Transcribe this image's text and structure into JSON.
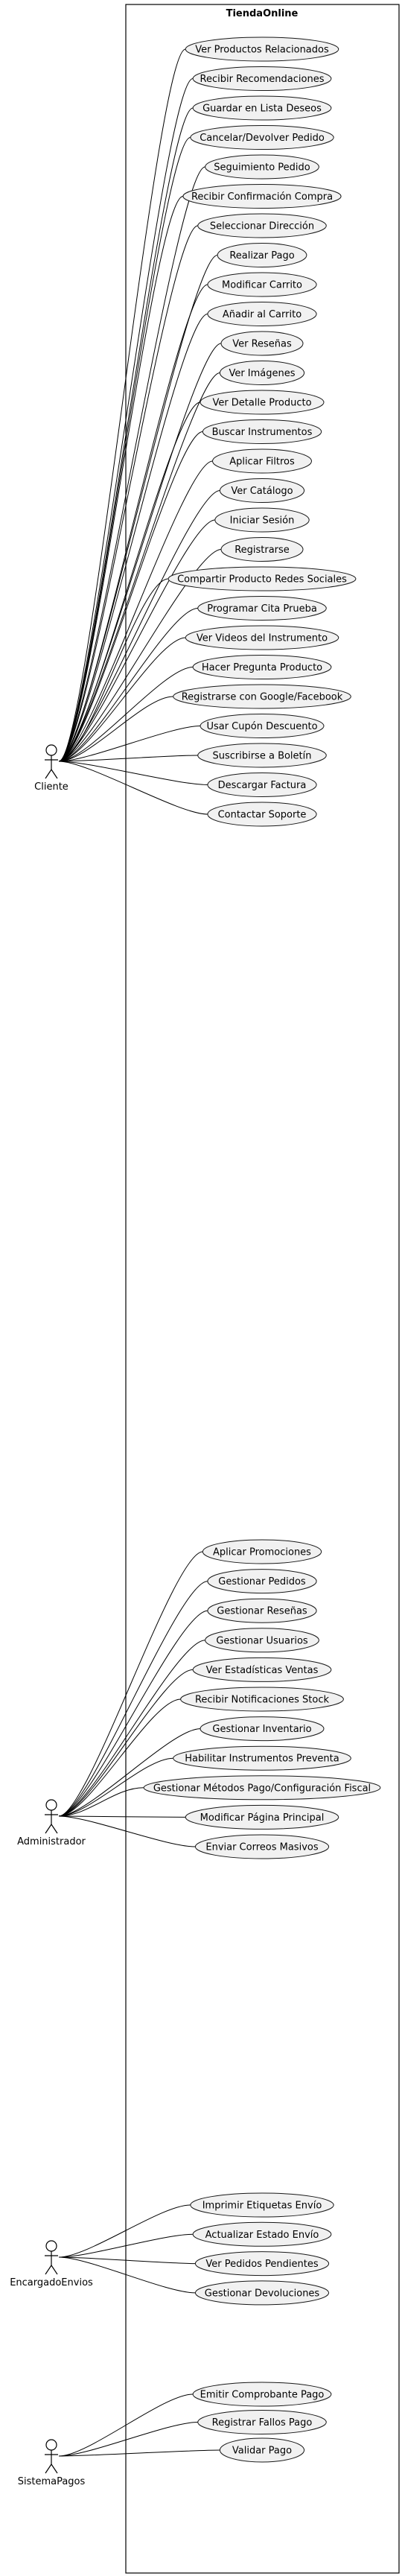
{
  "system": {
    "title": "TiendaOnline"
  },
  "actors": [
    {
      "name": "Cliente",
      "use_cases": [
        "Ver Productos Relacionados",
        "Recibir Recomendaciones",
        "Guardar en Lista Deseos",
        "Cancelar/Devolver Pedido",
        "Seguimiento Pedido",
        "Recibir Confirmación Compra",
        "Seleccionar Dirección",
        "Realizar Pago",
        "Modificar Carrito",
        "Añadir al Carrito",
        "Ver Reseñas",
        "Ver Imágenes",
        "Ver Detalle Producto",
        "Buscar Instrumentos",
        "Aplicar Filtros",
        "Ver Catálogo",
        "Iniciar Sesión",
        "Registrarse",
        "Compartir Producto Redes Sociales",
        "Programar Cita Prueba",
        "Ver Videos del Instrumento",
        "Hacer Pregunta Producto",
        "Registrarse con Google/Facebook",
        "Usar Cupón Descuento",
        "Suscribirse a Boletín",
        "Descargar Factura",
        "Contactar Soporte"
      ]
    },
    {
      "name": "Administrador",
      "use_cases": [
        "Aplicar Promociones",
        "Gestionar Pedidos",
        "Gestionar Reseñas",
        "Gestionar Usuarios",
        "Ver Estadísticas Ventas",
        "Recibir Notificaciones Stock",
        "Gestionar Inventario",
        "Habilitar Instrumentos Preventa",
        "Gestionar Métodos Pago/Configuración Fiscal",
        "Modificar Página Principal",
        "Enviar Correos Masivos"
      ]
    },
    {
      "name": "EncargadoEnvios",
      "use_cases": [
        "Imprimir Etiquetas Envío",
        "Actualizar Estado Envío",
        "Ver Pedidos Pendientes",
        "Gestionar Devoluciones"
      ]
    },
    {
      "name": "SistemaPagos",
      "use_cases": [
        "Emitir Comprobante Pago",
        "Registrar Fallos Pago",
        "Validar Pago"
      ]
    }
  ]
}
